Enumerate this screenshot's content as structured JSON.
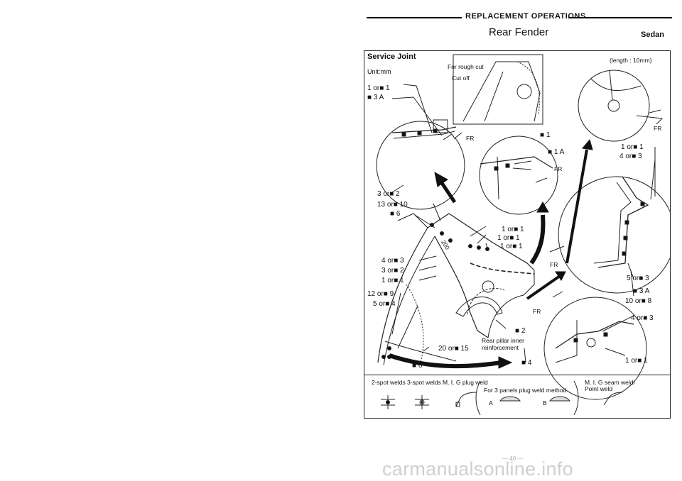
{
  "header": {
    "section": "REPLACEMENT OPERATIONS",
    "title": "Rear Fender",
    "variant": "Sedan"
  },
  "panel": {
    "title": "Service Joint",
    "unit": "Unit:mm"
  },
  "callouts": {
    "rough_cut": "For rough cut",
    "cut_off": "Cut off",
    "length": "(length : 10mm)",
    "fr": "FR",
    "c1": "1 or■ 1",
    "c2": "■ 3 A",
    "c3": "■ 1",
    "c4": "■ 1 A",
    "c5": "1 or■ 1",
    "c6": "4 or■ 3",
    "c7": "3 or■ 2",
    "c8": "13 or■ 10",
    "c9": "■ 6",
    "c10": "1 or■ 1",
    "c11": "1 or■ 1",
    "c12": "1 or■ 1",
    "c13": "4 or■ 3",
    "c14": "3 or■ 2",
    "c15": "1 or■ 1",
    "c16": "12 or■ 9",
    "c17": "5 or■ 4",
    "c18": "■ 2",
    "c19": "Rear pillar inner",
    "c20": "reinforcement",
    "c21": "20 or■ 15",
    "c22": "■ 6",
    "c23": "■ 4",
    "c24": "5 or■ 3",
    "c25": "■ 3 A",
    "c26": "10 or■ 8",
    "c27": "4 or■ 3",
    "c28": "1 or■ 1",
    "dim": "200"
  },
  "legend": {
    "spot2": "2-spot welds",
    "spot3": "3-spot welds",
    "plug": "M. I. G plug weld",
    "panels3": "For 3 panels plug weld method",
    "a": "A",
    "b": "B",
    "seam": "M. I. G seam weld/",
    "point": "Point weld"
  },
  "watermark": "carmanualsonline.info",
  "page_number": "— 40 —"
}
